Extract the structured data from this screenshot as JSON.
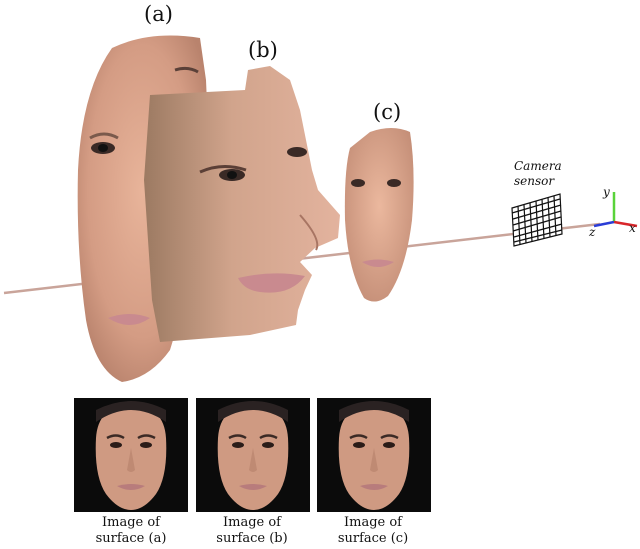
{
  "labels": {
    "surface_a": "(a)",
    "surface_b": "(b)",
    "surface_c": "(c)"
  },
  "camera": {
    "line1": "Camera",
    "line2": "sensor"
  },
  "axes": {
    "x": "x",
    "y": "y",
    "z": "z"
  },
  "captions": [
    {
      "line1": "Image of",
      "line2": "surface (a)"
    },
    {
      "line1": "Image of",
      "line2": "surface (b)"
    },
    {
      "line1": "Image of",
      "line2": "surface (c)"
    }
  ],
  "colors": {
    "skin": "#d9a48a",
    "skin_shadow": "#b97f68",
    "lips": "#c98a8f",
    "hair": "#2a2222",
    "optical_axis": "#c9a49a",
    "axis_x": "#d9262b",
    "axis_y": "#59d33a",
    "axis_z": "#2a3dd6"
  }
}
